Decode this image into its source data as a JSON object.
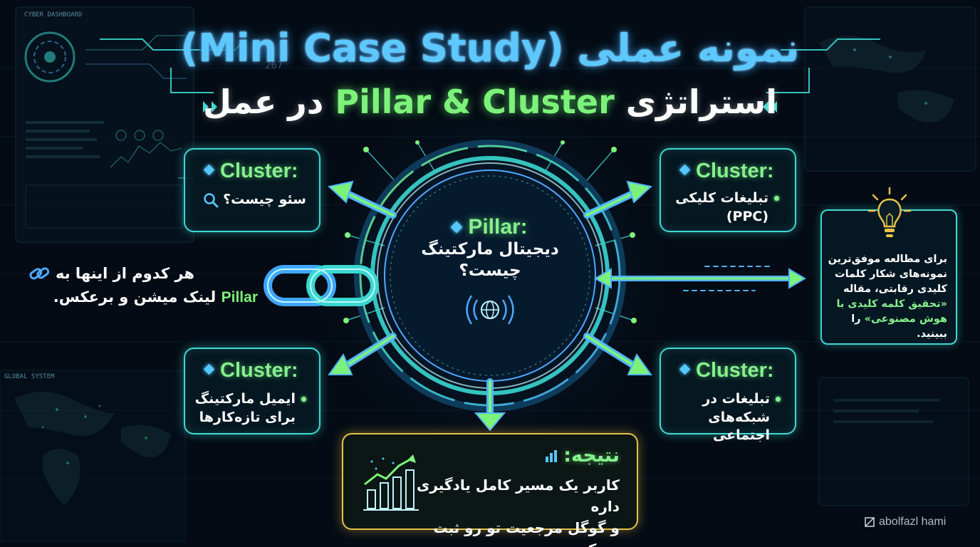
{
  "header": {
    "title_line1": "نمونه عملی (Mini Case Study)",
    "title_line2_pre": "استراتژی ",
    "title_line2_highlight": "Pillar & Cluster",
    "title_line2_post": " در عمل"
  },
  "dashboard": {
    "label_top": "CYBER DASHBOARD",
    "label_bottom": "GLOBAL SYSTEM",
    "reading": "267"
  },
  "pillar": {
    "title": "Pillar:",
    "body_line1": "دیجیتال مارکتینگ",
    "body_line2": "چیست؟"
  },
  "clusters": {
    "top_left": {
      "title": "Cluster:",
      "line1": "سئو چیست؟"
    },
    "top_right": {
      "title": "Cluster:",
      "line1": "تبلیغات کلیکی",
      "line2": "(PPC)"
    },
    "bottom_left": {
      "title": "Cluster:",
      "line1": "ایمیل مارکتینگ",
      "line2": "برای تازه‌کارها"
    },
    "bottom_right": {
      "title": "Cluster:",
      "line1": "تبلیغات در",
      "line2": "شبکه‌های اجتماعی"
    }
  },
  "link_note": {
    "line1": "هر کدوم از اینها به",
    "line2_highlight": "Pillar",
    "line2_rest": " لینک میشن و برعکس."
  },
  "info_box": {
    "line1": "برای مطالعه موفق‌ترین",
    "line2": "نمونه‌های شکار کلمات",
    "line3": "کلیدی رقابتی، مقاله",
    "line4_highlight": "«تحقیق کلمه کلیدی با",
    "line5_highlight": "هوش مصنوعی»",
    "line5_rest": " را ببینید."
  },
  "result": {
    "title": "نتیجه:",
    "line1": "کاربر یک مسیر کامل یادگیری داره",
    "line2": "و گوگل مرجعیت تو رو ثبت می‌کنه."
  },
  "watermark": "abolfazl hami",
  "colors": {
    "background": "#040b14",
    "cyan": "#3fd9d2",
    "green": "#86f08e",
    "blue": "#55c7ff",
    "gold": "#e7c24a"
  }
}
